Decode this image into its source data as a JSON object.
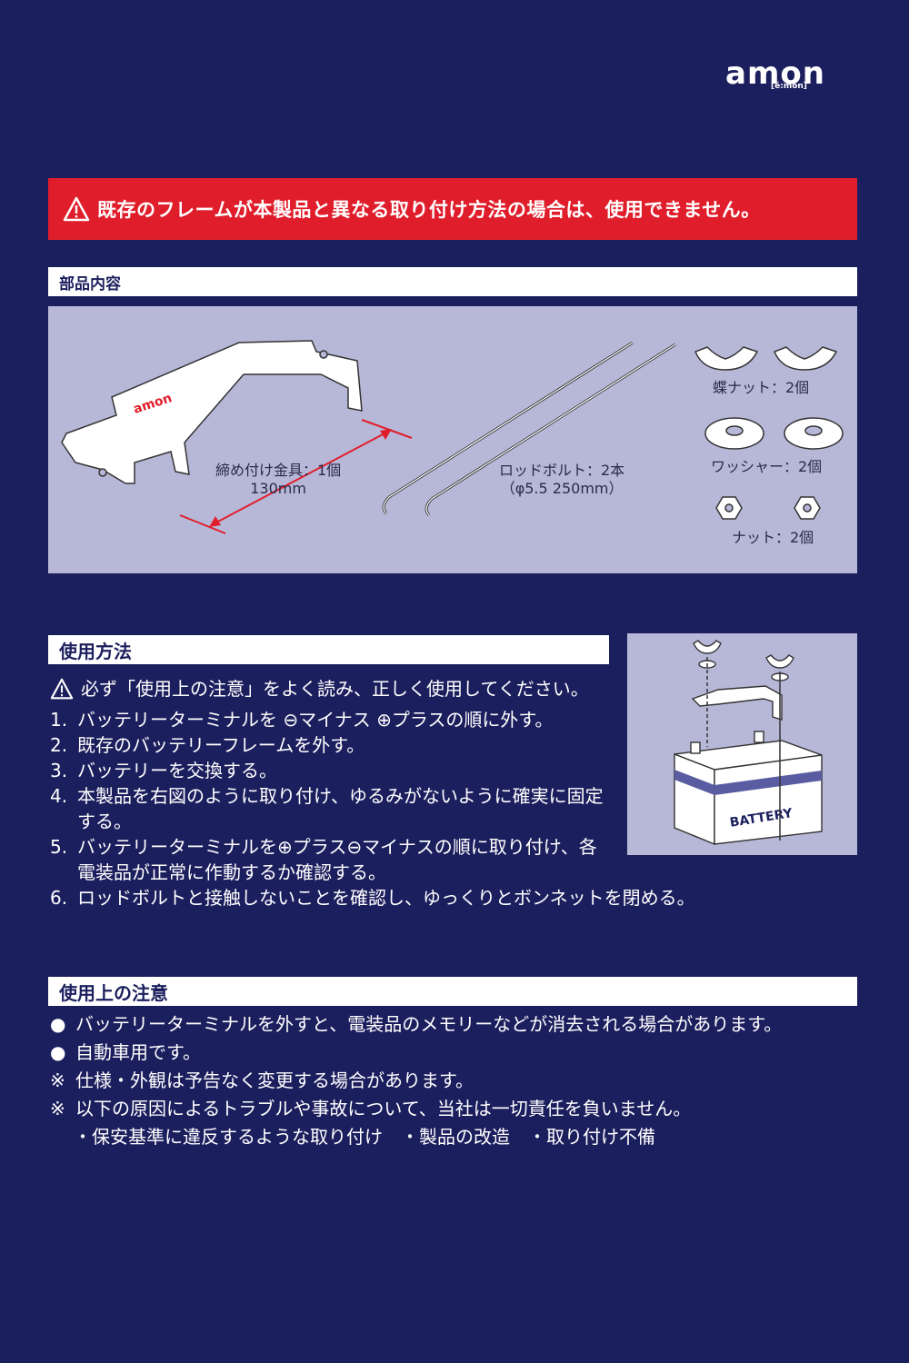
{
  "brand": {
    "name": "amon",
    "sub": "[é:mon]"
  },
  "warning": {
    "icon": "warning-triangle-icon",
    "text": "既存のフレームが本製品と異なる取り付け方法の場合は、使用できません。",
    "color": "#e01e2b"
  },
  "parts": {
    "title": "部品内容",
    "bracket_label": "締め付け金具：1個",
    "bracket_size": "130mm",
    "rod_label": "ロッドボルト：2本",
    "rod_spec": "（φ5.5 250mm）",
    "wingnut_label": "蝶ナット：2個",
    "washer_label": "ワッシャー：2個",
    "nut_label": "ナット：2個",
    "bracket_logo": "amon"
  },
  "usage": {
    "title": "使用方法",
    "notice": "必ず「使用上の注意」をよく読み、正しく使用してください。",
    "steps": [
      {
        "num": "1.",
        "text": "バッテリーターミナルを ⊖マイナス ⊕プラスの順に外す。"
      },
      {
        "num": "2.",
        "text": "既存のバッテリーフレームを外す。"
      },
      {
        "num": "3.",
        "text": "バッテリーを交換する。"
      },
      {
        "num": "4.",
        "text": "本製品を右図のように取り付け、ゆるみがないように確実に固定する。"
      },
      {
        "num": "5.",
        "text": "バッテリーターミナルを⊕プラス⊖マイナスの順に取り付け、各電装品が正常に作動するか確認する。"
      },
      {
        "num": "6.",
        "text": "ロッドボルトと接触しないことを確認し、ゆっくりとボンネットを閉める。"
      }
    ],
    "battery_label": "BATTERY"
  },
  "caution": {
    "title": "使用上の注意",
    "items": [
      {
        "mark": "●",
        "text": "バッテリーターミナルを外すと、電装品のメモリーなどが消去される場合があります。"
      },
      {
        "mark": "●",
        "text": "自動車用です。"
      },
      {
        "mark": "※",
        "text": "仕様・外観は予告なく変更する場合があります。"
      },
      {
        "mark": "※",
        "text": "以下の原因によるトラブルや事故について、当社は一切責任を負いません。"
      }
    ],
    "sub": "・保安基準に違反するような取り付け　・製品の改造　・取り付け不備"
  },
  "colors": {
    "background": "#1c1f5e",
    "panel": "#b7b8d8",
    "banner": "#e01e2b"
  }
}
